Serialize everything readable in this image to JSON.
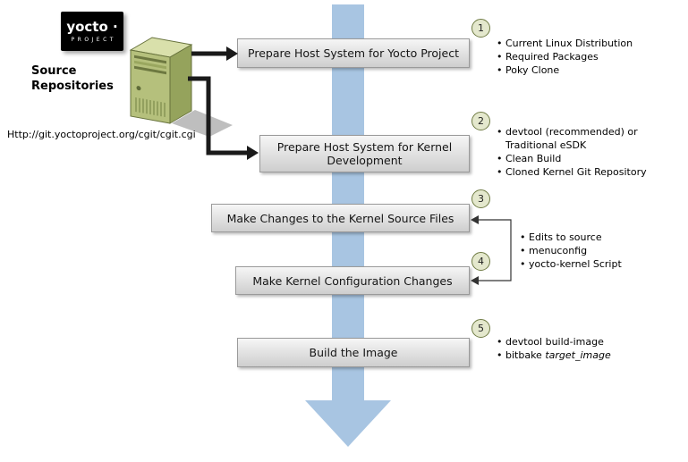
{
  "logo": {
    "name": "yocto ·",
    "sub": "PROJECT"
  },
  "source": {
    "title": "Source Repositories",
    "url": "Http://git.yoctoproject.org/cgit/cgit.cgi"
  },
  "steps": [
    {
      "num": "1",
      "label": "Prepare Host System for Yocto Project"
    },
    {
      "num": "2",
      "label": "Prepare Host System for Kernel Development"
    },
    {
      "num": "3",
      "label": "Make Changes to the Kernel Source Files"
    },
    {
      "num": "4",
      "label": "Make Kernel Configuration Changes"
    },
    {
      "num": "5",
      "label": "Build the Image"
    }
  ],
  "notes": {
    "step1": [
      "Current Linux Distribution",
      "Required Packages",
      "Poky Clone"
    ],
    "step2_line1": "devtool (recommended) or",
    "step2_line2": "Traditional eSDK",
    "step2_rest": [
      "Clean Build",
      "Cloned Kernel Git Repository"
    ],
    "steps34": [
      "Edits to source",
      "menuconfig",
      "yocto-kernel Script"
    ],
    "step5_item1": "devtool build-image",
    "step5_item2_prefix": "bitbake ",
    "step5_item2_italic": "target_image"
  },
  "colors": {
    "arrow_blue": "#a8c5e2",
    "badge_fill": "#e4e8cd",
    "badge_border": "#6f7b43",
    "box_top": "#f6f6f6",
    "box_bottom": "#cecece",
    "server_front": "#b5c07c",
    "server_side": "#95a35c",
    "server_top": "#d9e0ab",
    "server_edge": "#67723c"
  }
}
